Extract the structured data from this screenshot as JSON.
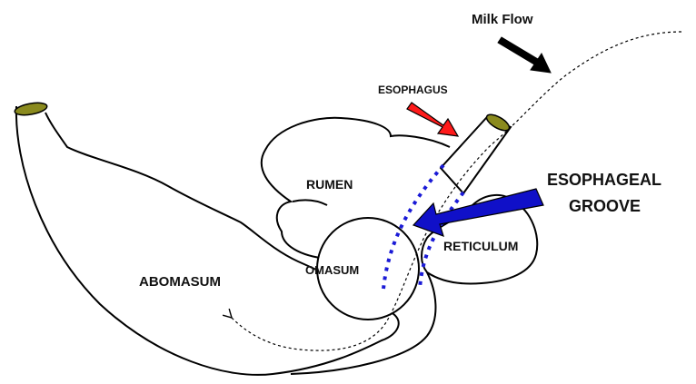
{
  "labels": {
    "milk_flow": "Milk Flow",
    "esophagus": "ESOPHAGUS",
    "rumen": "RUMEN",
    "esophageal_groove_line1": "ESOPHAGEAL",
    "esophageal_groove_line2": "GROOVE",
    "reticulum": "RETICULUM",
    "omasum": "OMASUM",
    "abomasum": "ABOMASUM"
  },
  "colors": {
    "outline": "#000000",
    "esophagus_arrow": "#ff1a1a",
    "groove_arrow": "#1010c8",
    "groove_dots": "#1a1ad6",
    "opening_fill": "#8a8a1e",
    "milk_arrow": "#000000"
  }
}
